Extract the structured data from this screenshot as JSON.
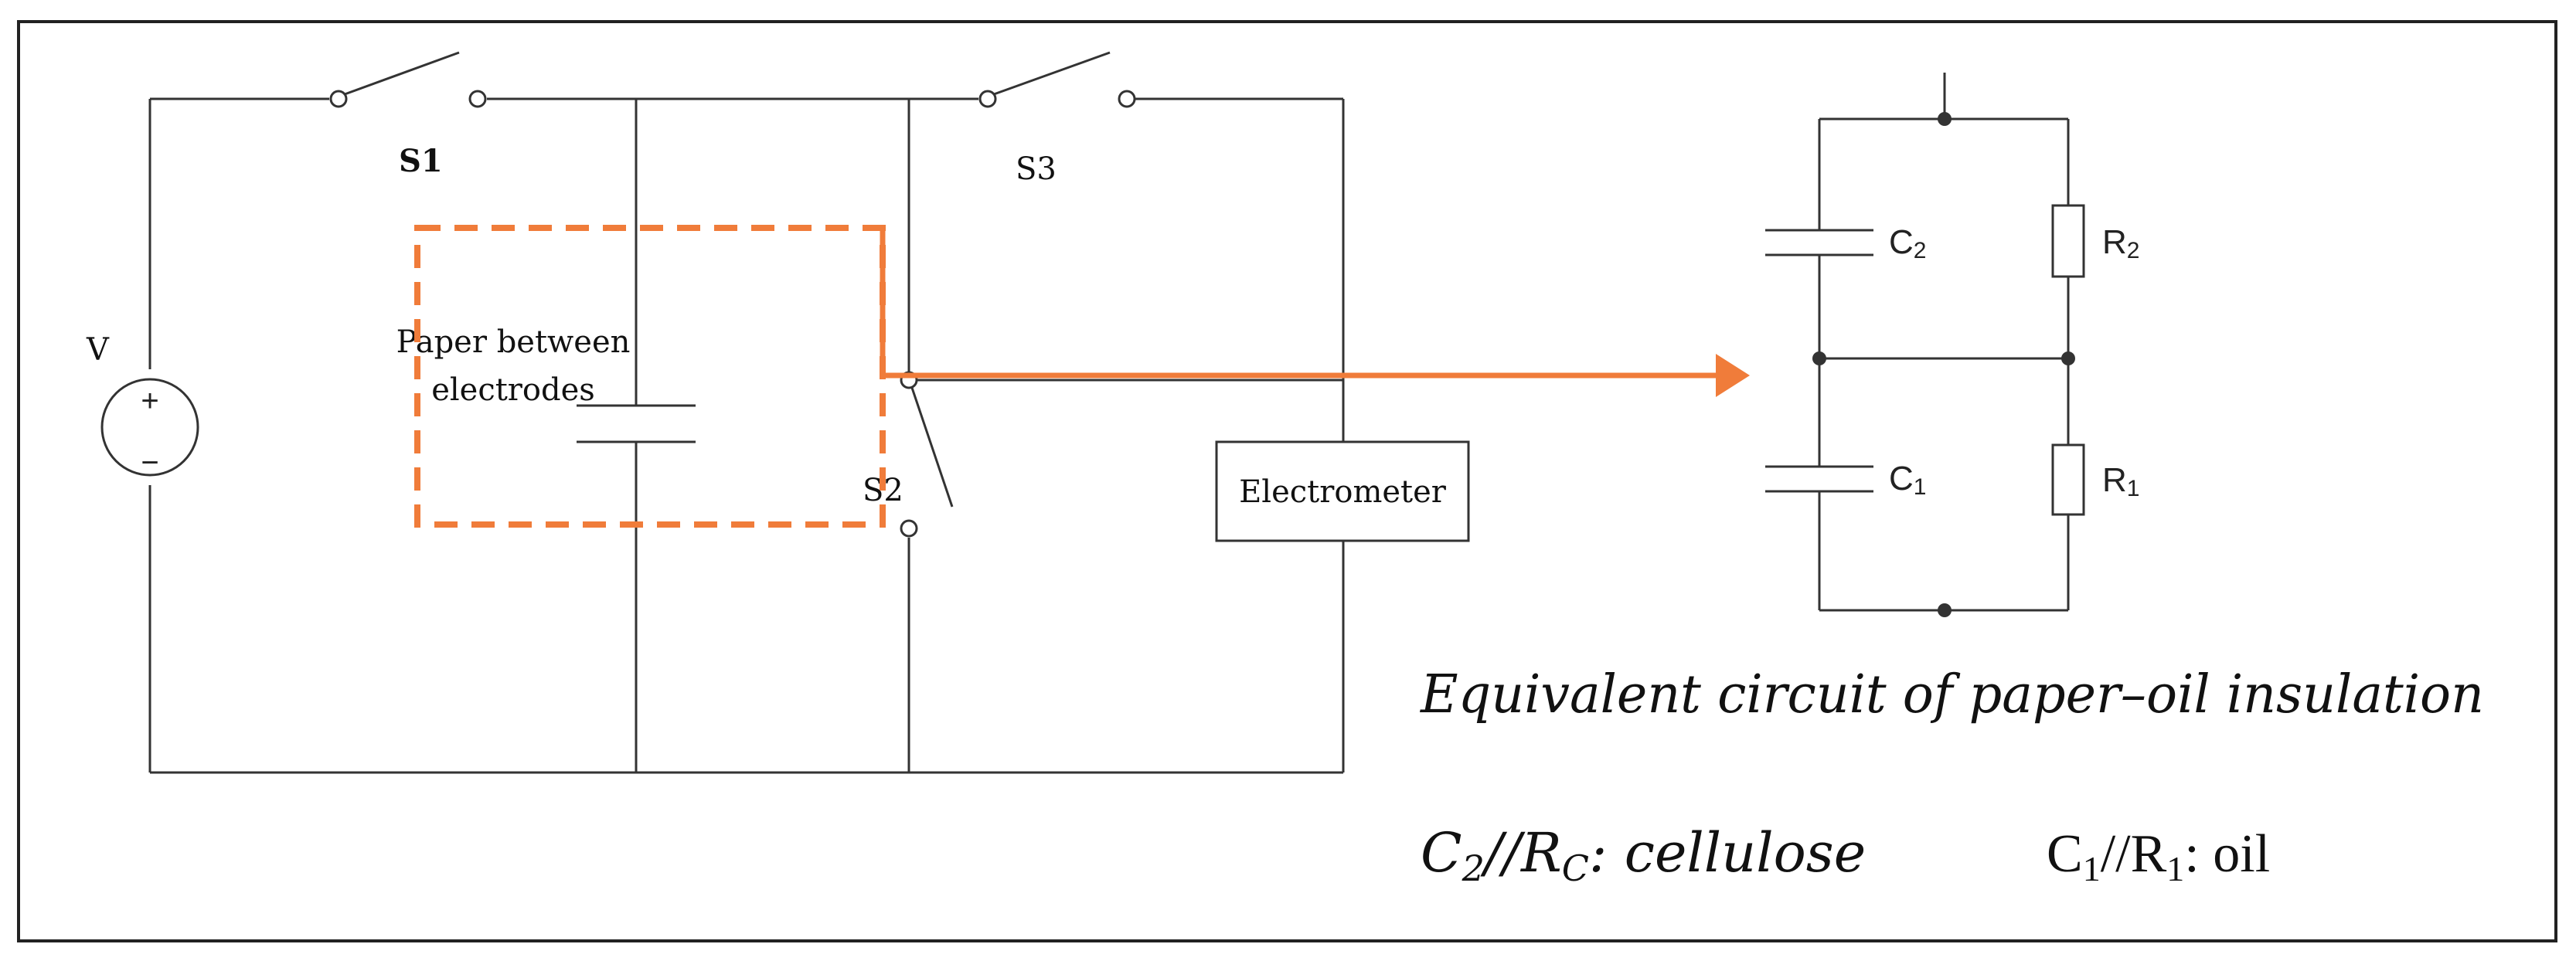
{
  "measurement_circuit": {
    "source_label": "V",
    "source_plus": "+",
    "source_minus": "−",
    "switch_1_label": "S1",
    "switch_2_label": "S2",
    "switch_3_label": "S3",
    "sample_label_line1": "Paper between",
    "sample_label_line2": "electrodes",
    "meter_label": "Electrometer"
  },
  "equivalent_circuit": {
    "c2_label": "C",
    "c2_sub": "2",
    "r2_label": "R",
    "r2_sub": "2",
    "c1_label": "C",
    "c1_sub": "1",
    "r1_label": "R",
    "r1_sub": "1",
    "caption": "Equivalent circuit of paper–oil insulation"
  },
  "legend": {
    "cellulose_sym1": "C",
    "cellulose_sub1": "2",
    "cellulose_mid": "//R",
    "cellulose_sub2": "C",
    "cellulose_text": ": cellulose",
    "oil_sym1": "C",
    "oil_sub1": "1",
    "oil_mid": "//R",
    "oil_sub2": "1",
    "oil_text": ": oil"
  },
  "colors": {
    "highlight": "#F07C3A",
    "wire": "#333333"
  }
}
